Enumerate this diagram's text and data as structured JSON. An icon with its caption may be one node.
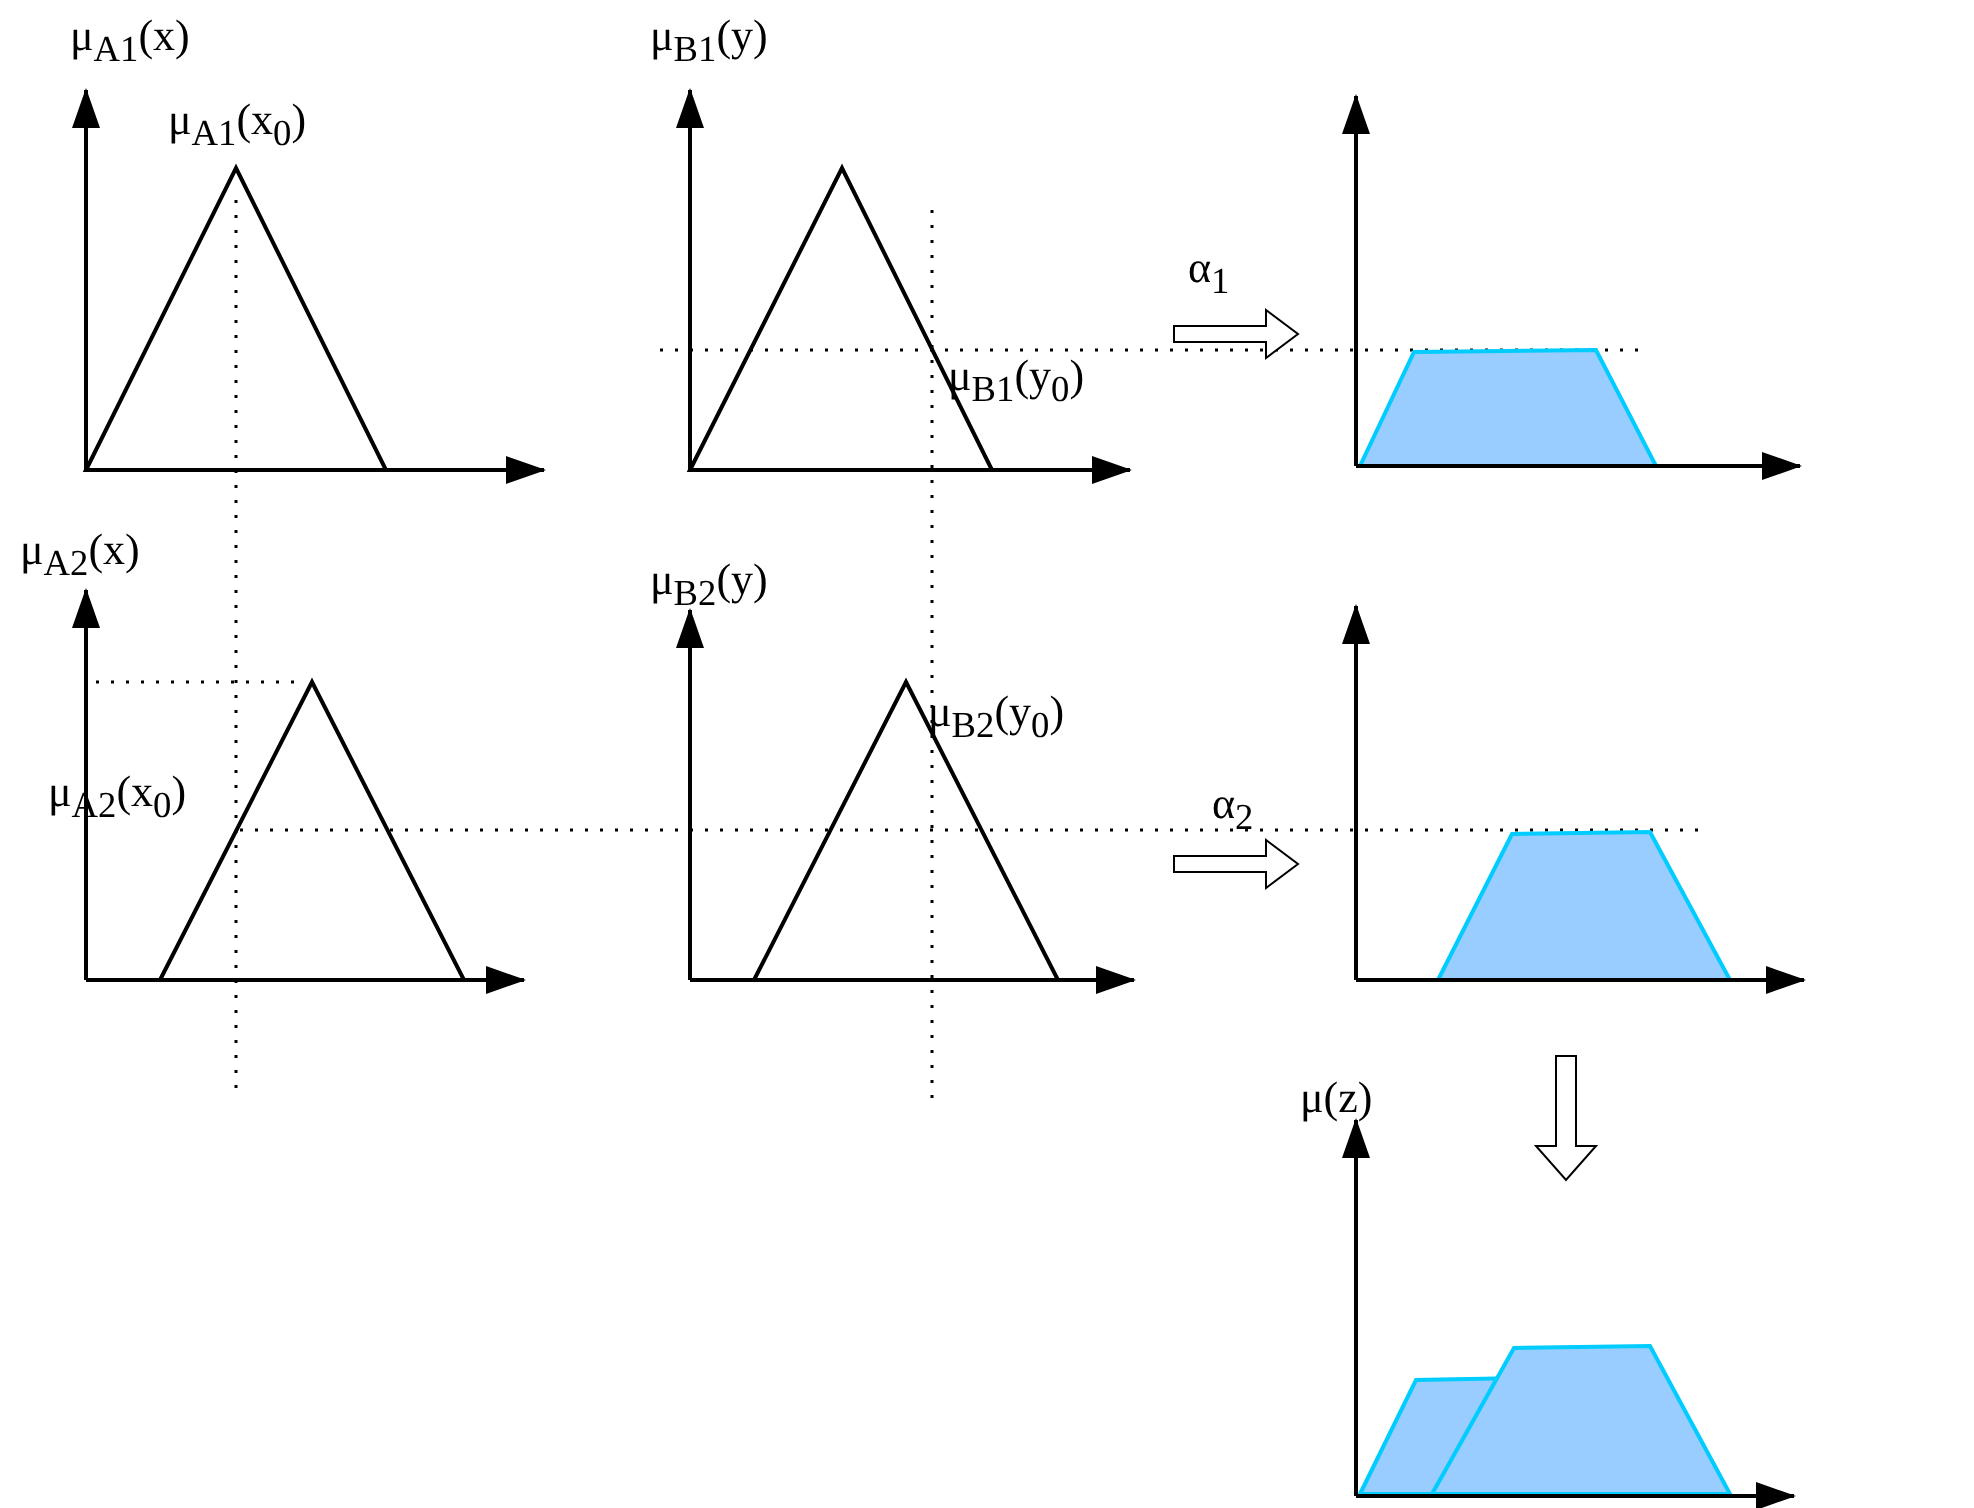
{
  "diagram": {
    "labels": [
      "μ$_{A1}$(x)",
      "μ$_{B1}$(y)",
      "μ$_{A1}$(x$_{0}$)",
      "α$_{1}$",
      "μ$_{B1}$(y$_{0}$)",
      "μ$_{A2}$(x)",
      "μ$_{B2}$(y)",
      "μ$_{B2}$(y$_{0}$)",
      "μ$_{A2}$(x$_{0}$)",
      "α$_{2}$",
      "μ(z)"
    ]
  }
}
